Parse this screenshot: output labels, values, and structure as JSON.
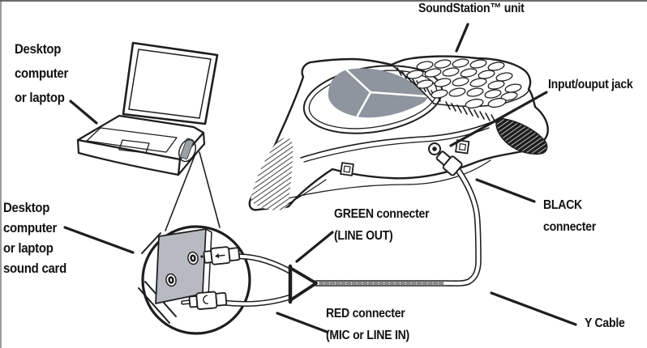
{
  "figure": {
    "description": "Line-art installation diagram: SoundStation conference phone connected to a desktop computer or laptop sound card with a Y cable"
  },
  "colors": {
    "line": "#1e1e1e",
    "grille_gray": "#8e959e",
    "panel_gray": "#b7bbc1",
    "slot_gray": "#9aa0a6",
    "background": "#ffffff"
  },
  "labels": {
    "desktop_computer": "Desktop\ncomputer\nor laptop",
    "soundstation_unit": "SoundStation™ unit",
    "input_output_jack": "Input/ouput jack",
    "black_connector": "BLACK\nconnecter",
    "sound_card": "Desktop\ncomputer\nor laptop\nsound card",
    "green_connector": "GREEN connecter\n(LINE OUT)",
    "red_connector": "RED connecter\n(MIC or LINE IN)",
    "y_cable": "Y Cable"
  }
}
